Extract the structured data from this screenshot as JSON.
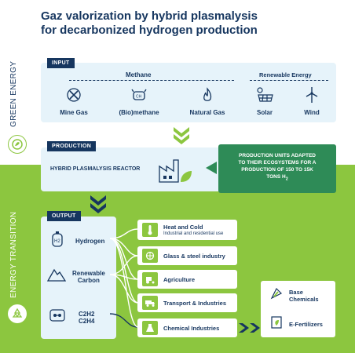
{
  "title": {
    "line1": "Gaz valorization by hybrid plasmalysis",
    "line2": "for decarbonized hydrogen production"
  },
  "side_labels": {
    "green_energy": "GREEN ENERGY",
    "energy_transition": "ENERGY TRANSITION"
  },
  "input": {
    "tab": "INPUT",
    "methane_header": "Methane",
    "renewable_header": "Renewable Energy",
    "items": [
      {
        "label": "Mine Gas",
        "icon": "mining-icon"
      },
      {
        "label": "(Bio)methane",
        "icon": "cow-icon"
      },
      {
        "label": "Natural Gas",
        "icon": "flame-icon"
      },
      {
        "label": "Solar",
        "icon": "solar-panel-icon"
      },
      {
        "label": "Wind",
        "icon": "wind-turbine-icon"
      }
    ]
  },
  "production": {
    "tab": "PRODUCTION",
    "reactor_label": "HYBRID PLASMALYSIS REACTOR",
    "note_line1": "PRODUCTION UNITS ADAPTED",
    "note_line2": "TO THEIR ECOSYSTEMS FOR A",
    "note_line3": "PRODUCTION OF 150 TO 15K",
    "note_line4": "TONS H",
    "note_sub": "2"
  },
  "output": {
    "tab": "OUTPUT",
    "items": [
      {
        "label": "Hydrogen",
        "icon": "hydrogen-tank-icon",
        "badge": "H2"
      },
      {
        "label_line1": "Renewable",
        "label_line2": "Carbon",
        "icon": "carbon-pile-icon"
      },
      {
        "label_line1": "C2H2",
        "label_line2": "C2H4",
        "icon": "molecule-icon"
      }
    ]
  },
  "destinations": [
    {
      "label": "Heat and Cold",
      "sub": "Industrial and residential use",
      "icon": "thermometer-icon"
    },
    {
      "label": "Glass & steel industry",
      "sub": "",
      "icon": "glass-icon"
    },
    {
      "label": "Agriculture",
      "sub": "",
      "icon": "tractor-icon"
    },
    {
      "label": "Transport & Industries",
      "sub": "",
      "icon": "truck-icon"
    },
    {
      "label": "Chemical Industries",
      "sub": "",
      "icon": "flask-icon"
    }
  ],
  "final": {
    "items": [
      {
        "label_line1": "Base",
        "label_line2": "Chemicals",
        "icon": "chemicals-icon"
      },
      {
        "label_line1": "E-Fertilizers",
        "label_line2": "",
        "icon": "fertilizer-icon"
      }
    ]
  },
  "colors": {
    "navy": "#16365f",
    "green": "#8cc63f",
    "light_blue": "#e6f3fa",
    "dark_green": "#2e8b57"
  }
}
